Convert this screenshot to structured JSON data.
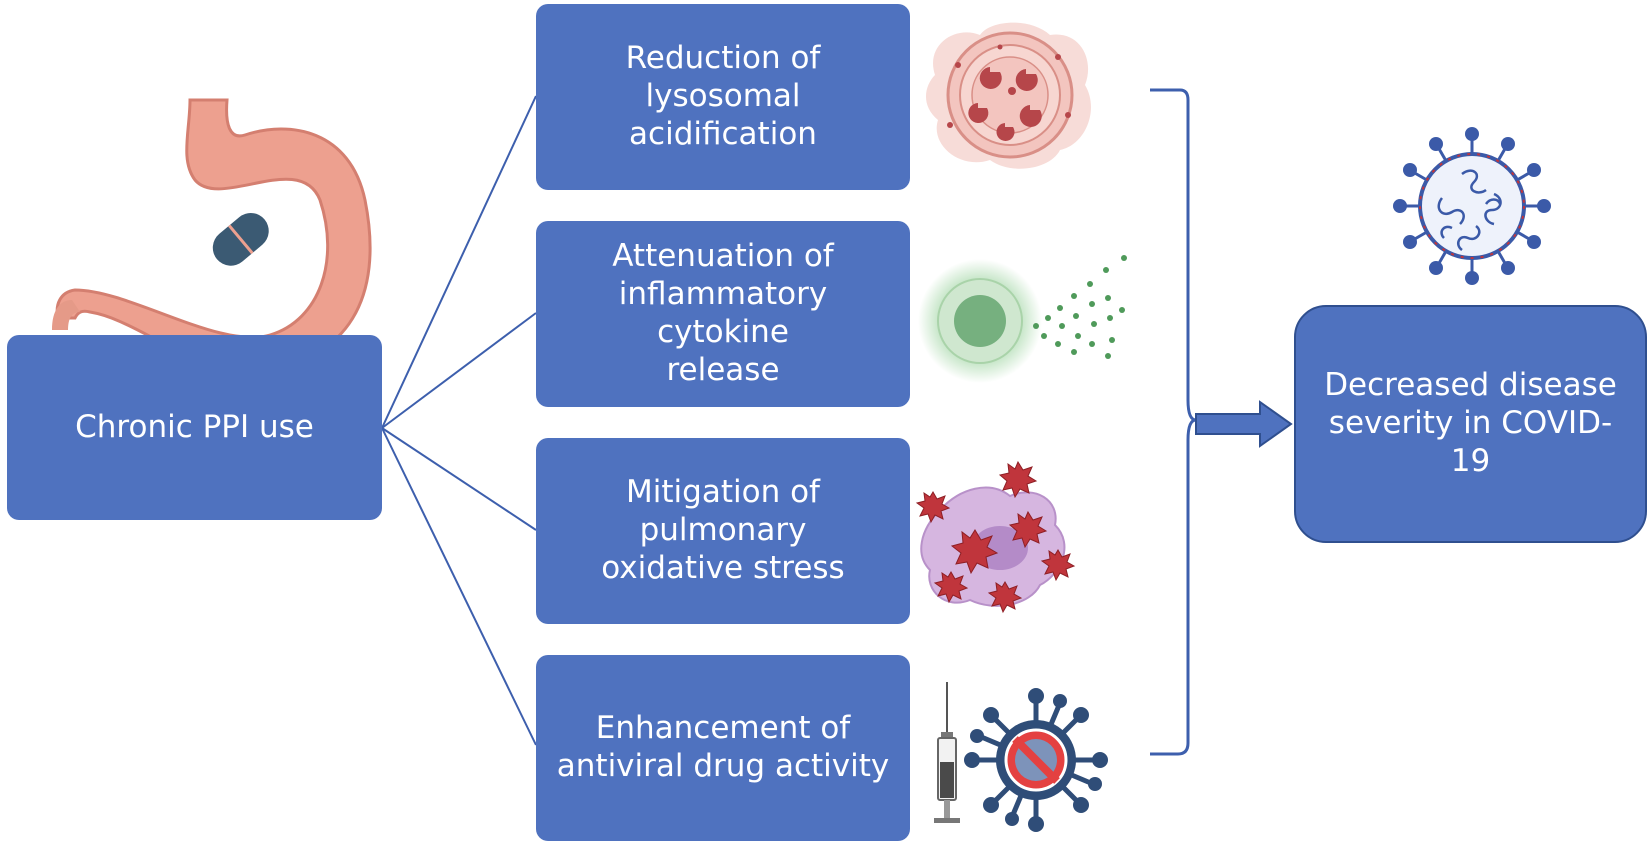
{
  "source": {
    "label": "Chronic PPI use"
  },
  "mechanisms": [
    {
      "lines": [
        "Reduction of lysosomal",
        "acidification"
      ]
    },
    {
      "lines": [
        "Attenuation of",
        "inflammatory cytokine",
        "release"
      ]
    },
    {
      "lines": [
        "Mitigation of pulmonary",
        "oxidative stress"
      ]
    },
    {
      "lines": [
        "Enhancement of",
        "antiviral drug activity"
      ]
    }
  ],
  "outcome": {
    "lines": [
      "Decreased disease",
      "severity in COVID-",
      "19"
    ]
  },
  "icons": {
    "stomach": "stomach-with-pill-icon",
    "lysosome": "lysosome-icon",
    "cytokine": "cytokine-release-icon",
    "oxidative": "oxidative-stress-cell-icon",
    "antiviral": "syringe-and-blocked-virus-icon",
    "virus": "coronavirus-icon"
  },
  "colors": {
    "box": "#4f72bf",
    "line": "#3d5fad",
    "text": "#ffffff"
  }
}
